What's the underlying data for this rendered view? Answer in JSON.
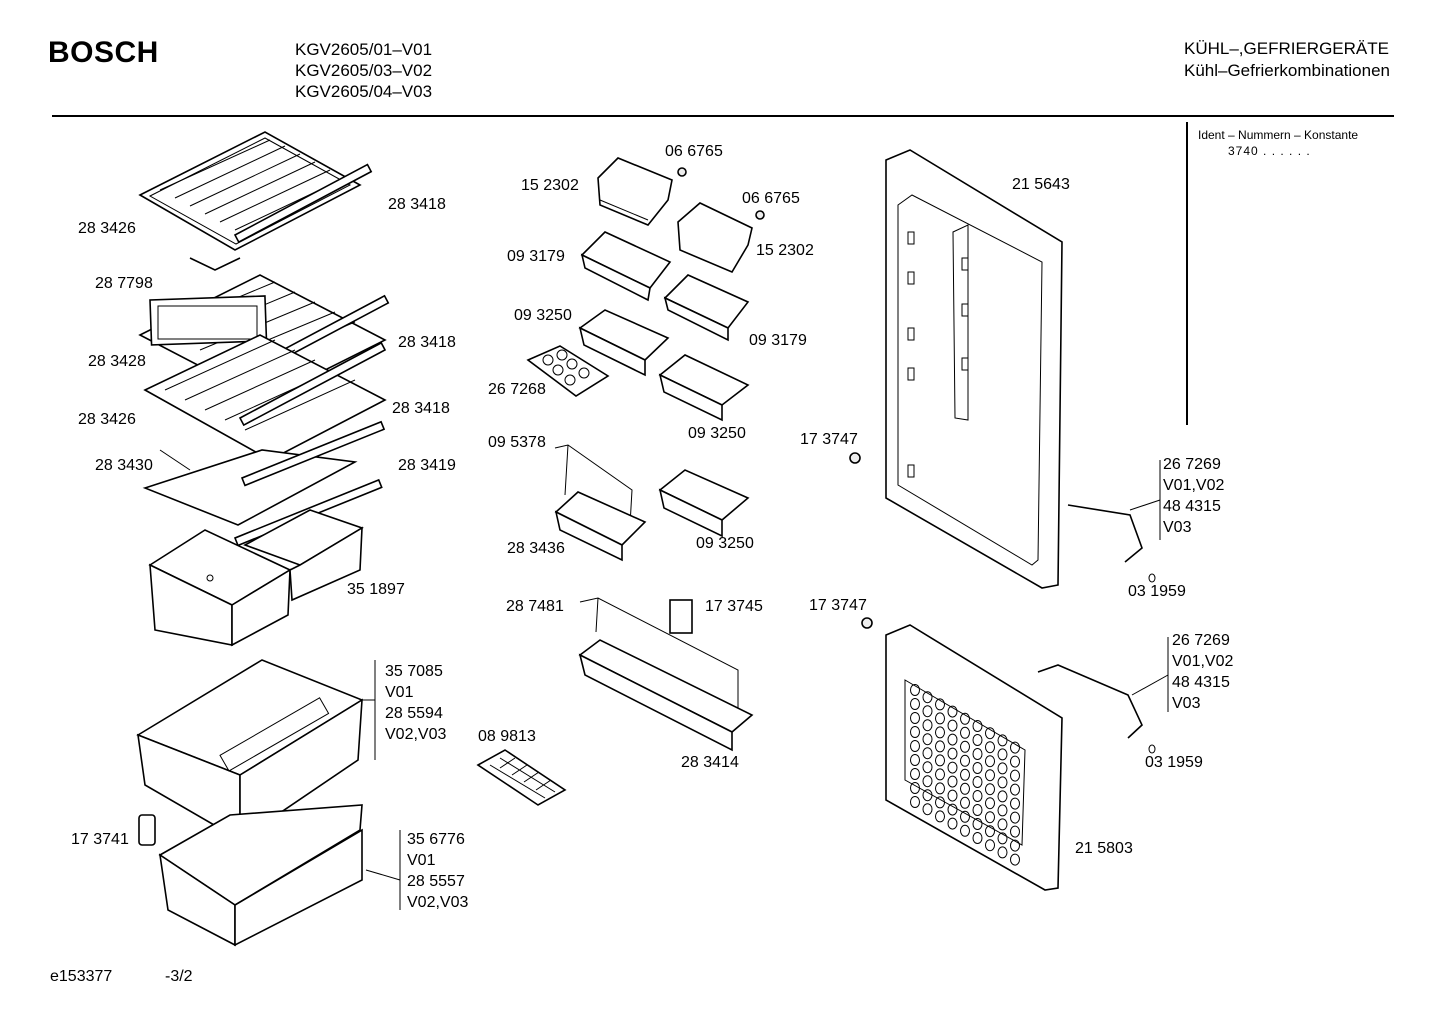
{
  "header": {
    "brand": "BOSCH",
    "models": [
      "KGV2605/01–V01",
      "KGV2605/03–V02",
      "KGV2605/04–V03"
    ],
    "category": "KÜHL–,GEFRIERGERÄTE",
    "subcategory": "Kühl–Gefrierkombinationen"
  },
  "ident": {
    "title": "Ident – Nummern – Konstante",
    "value": "3740 . . . . . ."
  },
  "labels": [
    "28 3426",
    "28 3418",
    "28 7798",
    "28 3428",
    "28 3418",
    "28 3426",
    "28 3418",
    "28 3430",
    "28 3419",
    "35 1897",
    "35 7085",
    "V01",
    "28 5594",
    "V02,V03",
    "17 3741",
    "35 6776",
    "V01",
    "28 5557",
    "V02,V03",
    "06 6765",
    "15 2302",
    "06 6765",
    "15 2302",
    "09 3179",
    "09 3250",
    "09 3179",
    "26 7268",
    "09 3250",
    "09 5378",
    "28 3436",
    "09 3250",
    "28 7481",
    "17 3745",
    "08 9813",
    "28 3414",
    "21 5643",
    "17 3747",
    "26 7269",
    "V01,V02",
    "48 4315",
    "V03",
    "03 1959",
    "17 3747",
    "26 7269",
    "V01,V02",
    "48 4315",
    "V03",
    "03 1959",
    "21 5803"
  ],
  "footer": {
    "drawing_id": "e153377",
    "page": "-3/2"
  }
}
